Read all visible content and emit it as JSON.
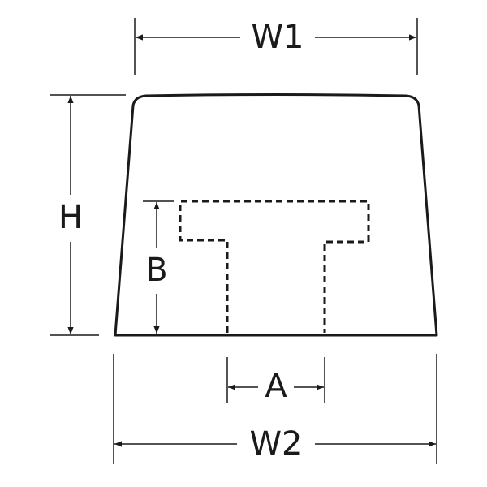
{
  "labels": {
    "w1": "W1",
    "h": "H",
    "b": "B",
    "a": "A",
    "w2": "W2"
  },
  "colors": {
    "stroke": "#1a1a1a",
    "background": "#ffffff"
  }
}
